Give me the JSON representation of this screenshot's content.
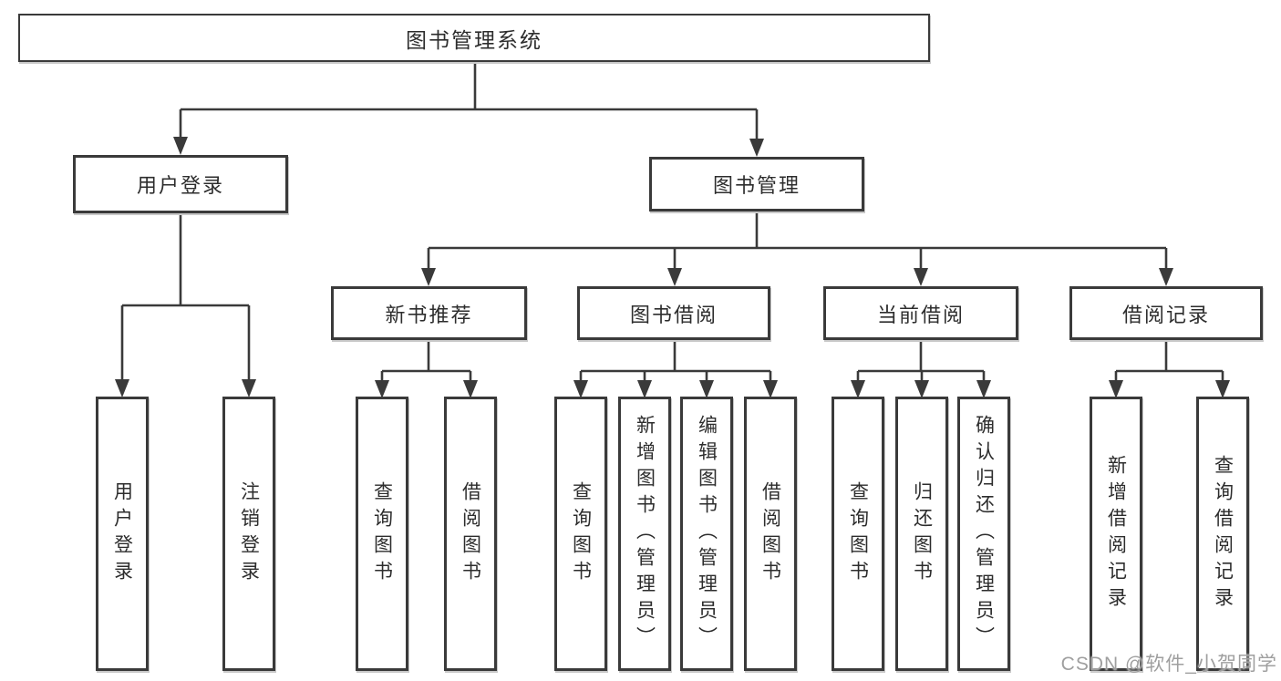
{
  "diagram_type": "tree",
  "tree": {
    "root": {
      "label": "图书管理系统"
    },
    "branches": [
      {
        "label": "用户登录",
        "children": [
          "用户登录",
          "注销登录"
        ]
      },
      {
        "label": "图书管理",
        "children": [
          {
            "label": "新书推荐",
            "children": [
              "查询图书",
              "借阅图书"
            ]
          },
          {
            "label": "图书借阅",
            "children": [
              "查询图书",
              "新增图书（管理员）",
              "编辑图书（管理员）",
              "借阅图书"
            ]
          },
          {
            "label": "当前借阅",
            "children": [
              "查询图书",
              "归还图书",
              "确认归还（管理员）"
            ]
          },
          {
            "label": "借阅记录",
            "children": [
              "新增借阅记录",
              "查询借阅记录"
            ]
          }
        ]
      }
    ]
  },
  "watermark": "CSDN @软件_小贺同学",
  "colors": {
    "line": "#3a3a3a",
    "box_border": "#3a3a3a",
    "text": "#2d2d2d",
    "watermark": "#9f9f9f",
    "background": "#ffffff"
  }
}
